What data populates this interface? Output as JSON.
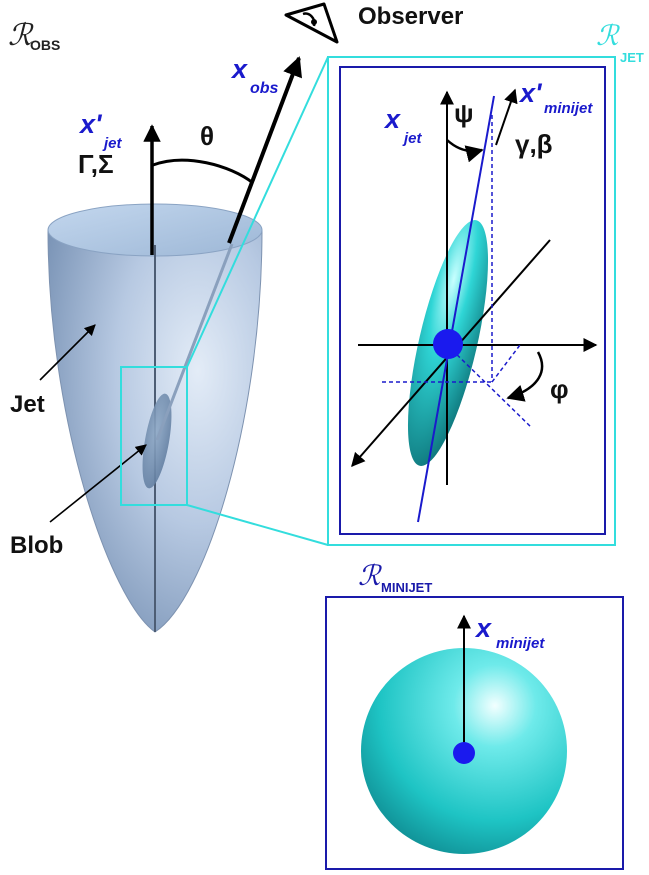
{
  "frames": {
    "obs_prefix": "ℛ",
    "obs_sub": "OBS",
    "jet_prefix": "ℛ",
    "jet_sub": "JET",
    "minijet_prefix": "ℛ",
    "minijet_sub": "MINIJET"
  },
  "observer": {
    "label": "Observer"
  },
  "axes": {
    "x_obs_main": "x",
    "x_obs_sub": "obs",
    "x_jet_prime_main": "x'",
    "x_jet_prime_sub": "jet",
    "x_jet_main": "x",
    "x_jet_sub": "jet",
    "x_minijet_prime_main": "x'",
    "x_minijet_prime_sub": "minijet",
    "x_minijet_main": "x",
    "x_minijet_sub": "minijet"
  },
  "symbols": {
    "gamma_sigma": "Γ,Σ",
    "theta": "θ",
    "psi": "ψ",
    "gamma_beta": "γ,β",
    "phi": "φ"
  },
  "labels": {
    "jet": "Jet",
    "blob": "Blob"
  },
  "colors": {
    "frame_jet": "#33dddd",
    "frame_minijet": "#1a1aaa",
    "axis_blue": "#1a1acc",
    "sphere": "#22cccc",
    "jet_body": "#a9bfdc"
  }
}
